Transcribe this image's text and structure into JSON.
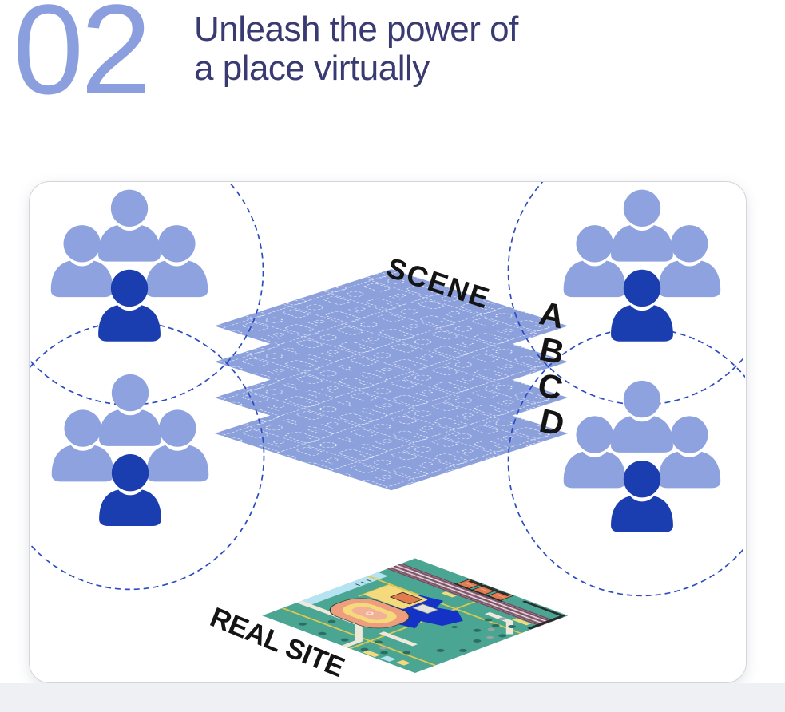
{
  "header": {
    "step_number": "02",
    "title_line1": "Unleash the power of",
    "title_line2": "a place virtually"
  },
  "diagram": {
    "scene_label": "SCENE",
    "layer_labels": [
      "A",
      "B",
      "C",
      "D"
    ],
    "real_site_label": "REAL SITE",
    "scene_layer_count": 4,
    "stakeholder_groups": [
      {
        "position": "top-left",
        "light_members": 3,
        "dark_members": 1
      },
      {
        "position": "top-right",
        "light_members": 3,
        "dark_members": 1
      },
      {
        "position": "bottom-left",
        "light_members": 3,
        "dark_members": 1
      },
      {
        "position": "bottom-right",
        "light_members": 3,
        "dark_members": 1
      }
    ]
  },
  "colors": {
    "step_number": "#8B9FDF",
    "title": "#3A3A72",
    "person_light": "#8DA2DE",
    "person_dark": "#1A3EAF",
    "dashed_circle": "#2B4BC0",
    "label_text": "#141414",
    "card_border": "#D4D4DB",
    "page_footer": "#EEF0F4",
    "map_base": "#4AA693",
    "map_lake": "#1433C6",
    "map_stadium": "#EE9D7D",
    "map_plaza": "#F5D97D",
    "map_rail": "#A9808F",
    "map_path": "#EFE9DC",
    "map_building": "#E07B52",
    "map_water": "#B5E3F2"
  }
}
